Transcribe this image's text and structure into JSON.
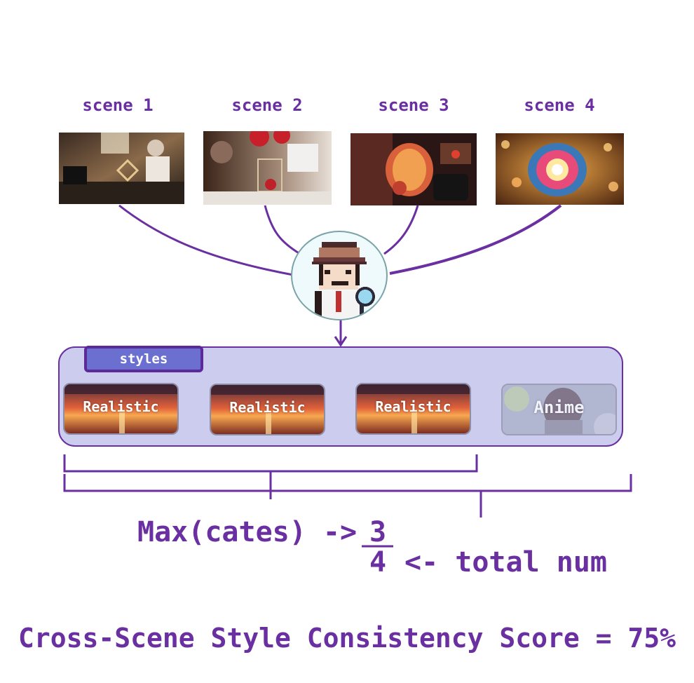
{
  "scenes": [
    {
      "label": "scene 1"
    },
    {
      "label": "scene 2"
    },
    {
      "label": "scene 3"
    },
    {
      "label": "scene 4"
    }
  ],
  "styles_tab": "styles",
  "style_cards": [
    {
      "label": "Realistic"
    },
    {
      "label": "Realistic"
    },
    {
      "label": "Realistic"
    },
    {
      "label": "Anime"
    }
  ],
  "formula": {
    "left": "Max(cates) ->",
    "numerator": "3",
    "denominator": "4",
    "right": "<- total num"
  },
  "score_text": "Cross-Scene Style Consistency Score = 75%",
  "colors": {
    "accent": "#6a2fa0",
    "panel": "#cccdee",
    "tab": "#6a6fd0",
    "avatar_bg": "#eefafc",
    "avatar_border": "#7aa4a8"
  },
  "icons": {
    "avatar": "pixel-detective-icon"
  }
}
